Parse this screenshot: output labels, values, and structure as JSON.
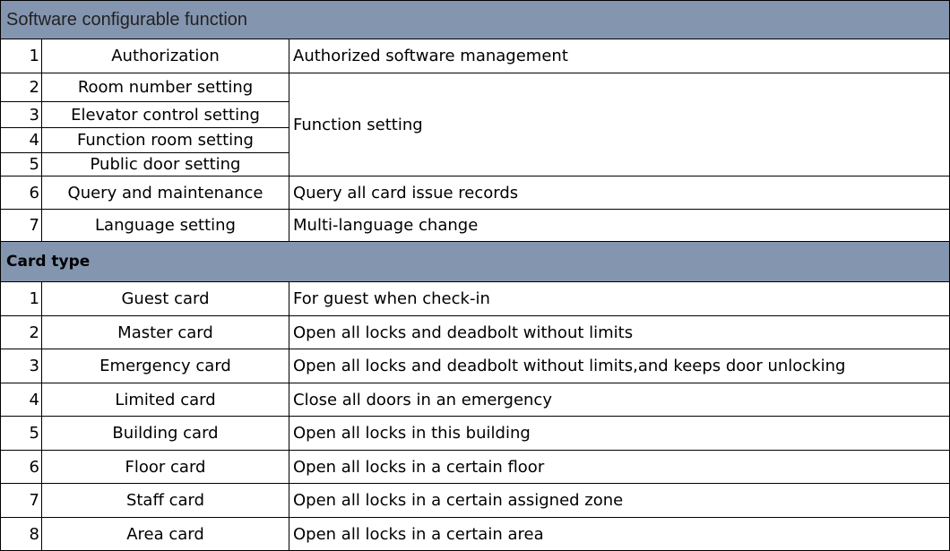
{
  "section1": {
    "title": "Software configurable function",
    "rows": [
      {
        "num": "1",
        "name": "Authorization",
        "desc": "Authorized software management"
      },
      {
        "num": "2",
        "name": "Room number setting"
      },
      {
        "num": "3",
        "name": "Elevator control setting"
      },
      {
        "num": "4",
        "name": "Function room setting"
      },
      {
        "num": "5",
        "name": "Public door setting"
      },
      {
        "num": "6",
        "name": "Query and maintenance",
        "desc": "Query all card issue records"
      },
      {
        "num": "7",
        "name": "Language setting",
        "desc": "Multi-language change"
      }
    ],
    "merged_desc": "Function setting"
  },
  "section2": {
    "title": "Card type",
    "rows": [
      {
        "num": "1",
        "name": "Guest card",
        "desc": "For guest when check-in"
      },
      {
        "num": "2",
        "name": "Master card",
        "desc": "Open all locks and deadbolt without limits"
      },
      {
        "num": "3",
        "name": "Emergency card",
        "desc": "Open all locks and deadbolt without limits,and keeps door unlocking"
      },
      {
        "num": "4",
        "name": "Limited card",
        "desc": "Close all doors in an emergency"
      },
      {
        "num": "5",
        "name": "Building card",
        "desc": "Open all locks in this building"
      },
      {
        "num": "6",
        "name": "Floor card",
        "desc": "Open all locks in a certain floor"
      },
      {
        "num": "7",
        "name": "Staff card",
        "desc": "Open all locks in a certain assigned zone"
      },
      {
        "num": "8",
        "name": "Area card",
        "desc": "Open all locks in a certain area"
      }
    ]
  }
}
